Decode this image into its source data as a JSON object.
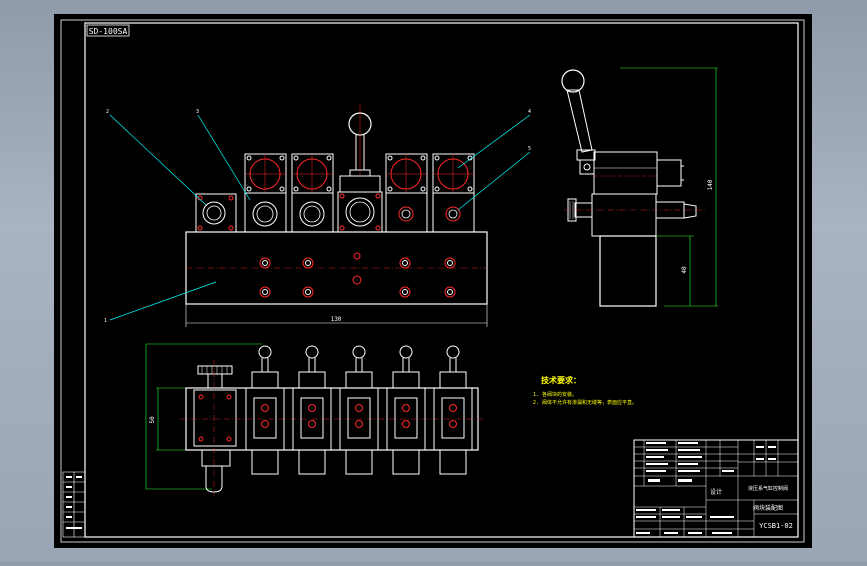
{
  "drawing": {
    "id_tag": "SD-100SA",
    "title_block": {
      "product_name": "液压系气缸控制阀",
      "drawing_name": "阀块装配图",
      "drawing_code": "YCSB1-02",
      "designer_label": "设计"
    },
    "tech_requirements": {
      "heading": "技术要求：",
      "items": [
        "1. 各阀块的安装。",
        "2. 阀体不允许有渗漏和无缝等，表面应平直。"
      ]
    },
    "dimensions": {
      "front_width": "130",
      "side_height": "140",
      "side_lower": "40",
      "bottom_height": "50"
    },
    "balloons": [
      "2",
      "3",
      "4",
      "5",
      "1"
    ]
  },
  "colors": {
    "background": "#000000",
    "line": "#ffffff",
    "leader": "#00ffff",
    "red": "#ff2a2a",
    "green": "#2cff2c",
    "yellow": "#ffff00"
  }
}
